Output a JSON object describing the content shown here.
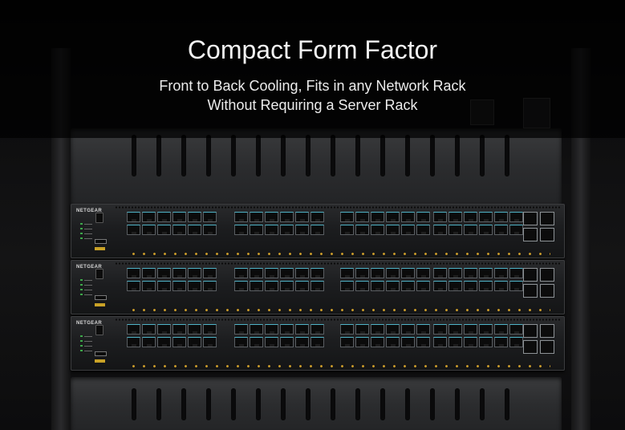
{
  "headline": {
    "title": "Compact Form Factor",
    "subtitle_line1": "Front to Back Cooling, Fits in any Network Rack",
    "subtitle_line2": "Without Requiring a Server Rack"
  },
  "switch_brand": "NETGEAR",
  "colors": {
    "overlay": "#000000",
    "port_link_led": "#4fb4c8",
    "status_led": "#c89a2a",
    "text": "#f2f2f2"
  }
}
